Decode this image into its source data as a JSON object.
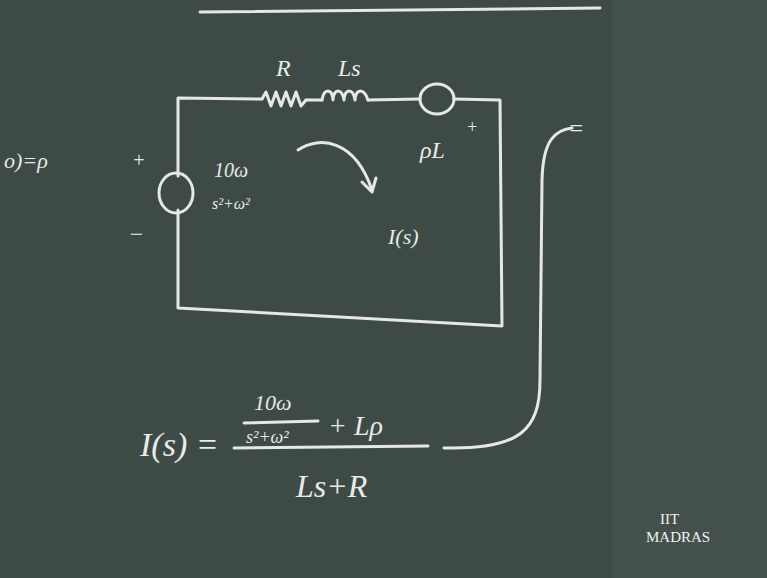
{
  "diagram": {
    "labels": [
      "R",
      "Ls",
      "ρL",
      "+",
      "+",
      "−",
      "10ω",
      "s²+ω²",
      "I(s)",
      "o)=ρ",
      "=",
      "I(s) =",
      "10ω",
      "s²+ω²",
      "+ Lρ",
      "Ls+R",
      "IIT",
      "MADRAS"
    ]
  }
}
